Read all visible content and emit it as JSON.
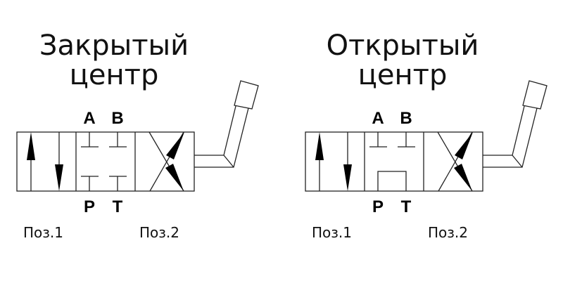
{
  "diagrams": [
    {
      "title_line1": "Закрытый",
      "title_line2": "центр",
      "ports": {
        "a": "A",
        "b": "B",
        "p": "P",
        "t": "T"
      },
      "position1": "Поз.1",
      "position2": "Поз.2",
      "center_type": "closed"
    },
    {
      "title_line1": "Открытый",
      "title_line2": "центр",
      "ports": {
        "a": "A",
        "b": "B",
        "p": "P",
        "t": "T"
      },
      "position1": "Поз.1",
      "position2": "Поз.2",
      "center_type": "open"
    }
  ]
}
